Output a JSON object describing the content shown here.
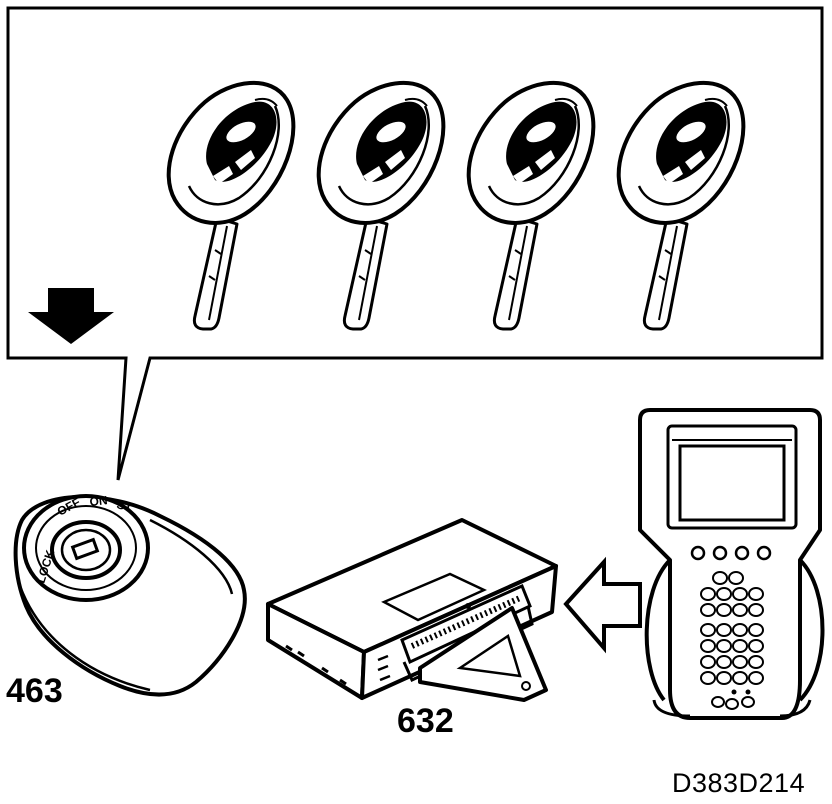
{
  "labels": {
    "ignition_switch_number": "463",
    "control_module_number": "632",
    "figure_reference": "D383D214"
  },
  "ignition_switch": {
    "positions": [
      "LOCK",
      "OFF",
      "ON",
      "ST"
    ]
  },
  "keys": {
    "count": 4
  },
  "colors": {
    "line": "#000000",
    "background": "#ffffff"
  }
}
